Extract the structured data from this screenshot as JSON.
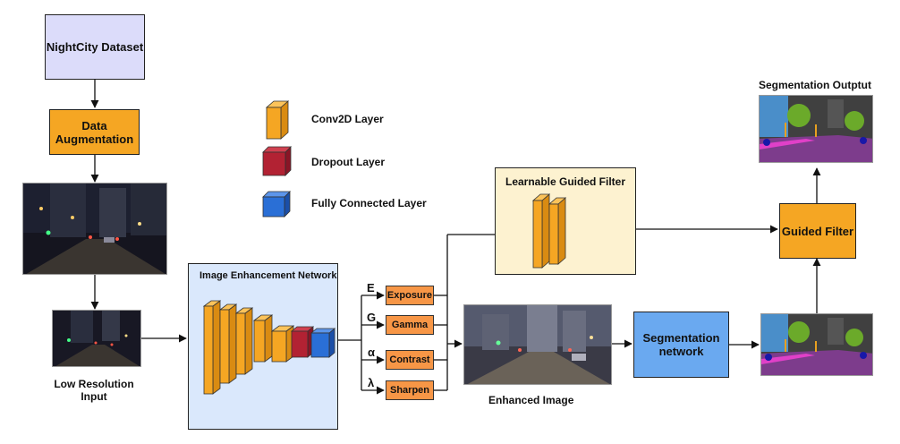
{
  "nodes": {
    "dataset": "NightCity Dataset",
    "augmentation": "Data Augmentation",
    "low_res_input": "Low Resolution Input",
    "enhancement_network": "Image Enhancement Network",
    "learnable_guided_filter": "Learnable Guided Filter",
    "enhanced_image": "Enhanced Image",
    "segmentation_network": "Segmentation network",
    "guided_filter": "Guided Filter",
    "segmentation_output": "Segmentation Outptut"
  },
  "legend": {
    "conv": "Conv2D Layer",
    "dropout": "Dropout Layer",
    "fc": "Fully Connected Layer"
  },
  "filters": [
    {
      "symbol": "E",
      "label": "Exposure"
    },
    {
      "symbol": "G",
      "label": "Gamma"
    },
    {
      "symbol": "α",
      "label": "Contrast"
    },
    {
      "symbol": "λ",
      "label": "Sharpen"
    }
  ],
  "colors": {
    "dataset_fill": "#dcdcfa",
    "augmentation_fill": "#f5a623",
    "enhancement_fill": "#dae8fc",
    "learnable_fill": "#fdf2d0",
    "segnet_fill": "#6aa9f0",
    "guided_fill": "#f5a623",
    "filter_fill": "#f79646",
    "conv_fill": "#f5a623",
    "dropout_fill": "#b22233",
    "fc_fill": "#2a6fd6"
  }
}
